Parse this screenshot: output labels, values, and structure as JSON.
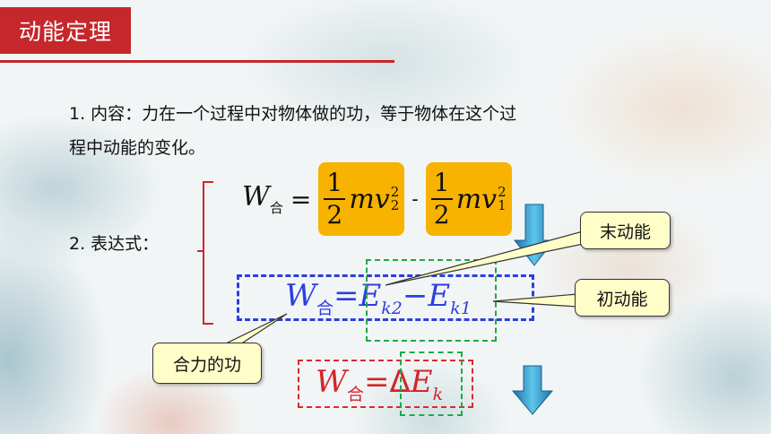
{
  "title": "动能定理",
  "content": {
    "line1": "1. 内容：力在一个过程中对物体做的功，等于物体在这个过",
    "line2": "程中动能的变化。",
    "expr_label": "2. 表达式："
  },
  "equation1": {
    "lhs_var": "W",
    "lhs_sub": "合",
    "eq": "=",
    "num": "1",
    "den": "2",
    "term": "mv",
    "sup": "2",
    "sub_final": "2",
    "sub_initial": "1",
    "minus": "-"
  },
  "equation2": {
    "lhs_var": "W",
    "lhs_sub": "合",
    "eq": "=",
    "e1": "E",
    "e1_sub": "k2",
    "minus": "−",
    "e2": "E",
    "e2_sub": "k1"
  },
  "equation3": {
    "lhs_var": "W",
    "lhs_sub": "合",
    "eq": "=",
    "delta": "Δ",
    "e": "E",
    "e_sub": "k"
  },
  "callouts": {
    "final_ke": "末动能",
    "initial_ke": "初动能",
    "net_work": "合力的功"
  },
  "colors": {
    "title_bg": "#c6272b",
    "highlight": "#f7b300",
    "blue": "#2b3fe0",
    "green": "#1fa84a",
    "red": "#e2262a",
    "callout_bg": "#fffec8"
  }
}
